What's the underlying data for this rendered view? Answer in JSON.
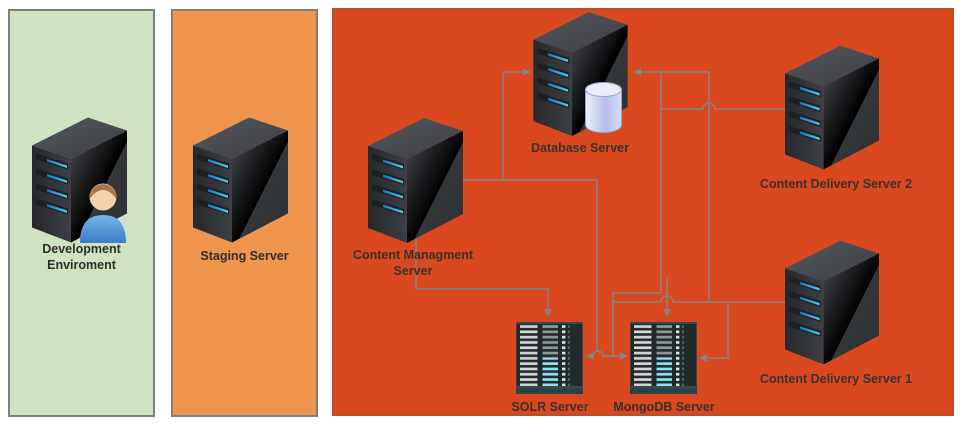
{
  "panels": {
    "development": {
      "line1": "Development",
      "line2": "Enviroment"
    },
    "staging": {
      "label": "Staging Server"
    },
    "production": {}
  },
  "nodes": {
    "cms": {
      "line1": "Content Managment",
      "line2": "Server"
    },
    "database": {
      "label": "Database Server"
    },
    "cds2": {
      "label": "Content Delivery Server 2"
    },
    "cds1": {
      "label": "Content Delivery Server 1"
    },
    "solr": {
      "label": "SOLR Server"
    },
    "mongodb": {
      "label": "MongoDB Server"
    }
  },
  "edges": [
    {
      "from": "cms",
      "to": "database",
      "arrow": "into-database-left-side"
    },
    {
      "from": "cds1",
      "to": "database",
      "arrow": "into-database-right-side"
    },
    {
      "from": "cds1",
      "to": "mongodb",
      "arrow": "into-mongodb-right-side"
    },
    {
      "from": "cms",
      "to": "solr",
      "arrow": "into-solr-top"
    },
    {
      "from": "database-junction",
      "to": "mongodb",
      "arrow": "into-mongodb-top"
    },
    {
      "from": "cds2",
      "to": "database-junction",
      "arrow": "none"
    },
    {
      "from": "database-junction",
      "to": "solr",
      "arrow": "into-solr-right-side"
    },
    {
      "from": "database-junction",
      "to": "mongodb",
      "arrow": "into-mongodb-left-side"
    }
  ],
  "colors": {
    "dev_panel_bg": "#cfe3c2",
    "staging_panel_bg": "#f0954e",
    "prod_panel_bg": "#d9481f",
    "panel_border_gray": "#7e7e7e",
    "connector": "#828789",
    "label_text": "#3a332c",
    "tower_body": "#35383c",
    "tower_slot_blue": "#2ba2ea",
    "rack_cyan": "#8ce4f3",
    "cylinder_blue": "#c4cdee"
  }
}
